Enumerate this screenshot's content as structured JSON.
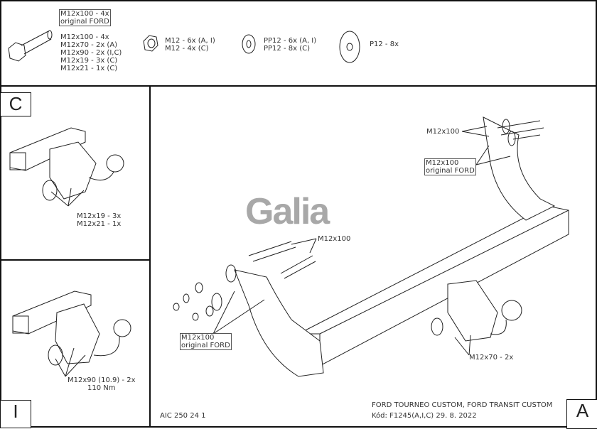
{
  "parts": {
    "bolt_boxed": [
      "M12x100 - 4x",
      "original FORD"
    ],
    "bolts": [
      "M12x100 - 4x",
      "M12x70 - 2x (A)",
      "M12x90 - 2x (I,C)",
      "M12x19 - 3x (C)",
      "M12x21 - 1x (C)"
    ],
    "nuts": [
      "M12 - 6x (A, I)",
      "M12 - 4x (C)"
    ],
    "washers_pp": [
      "PP12 - 6x (A, I)",
      "PP12 - 8x (C)"
    ],
    "washer_p": "P12 - 8x"
  },
  "panel_c": {
    "letter": "C",
    "labels": [
      "M12x19 - 3x",
      "M12x21 - 1x"
    ]
  },
  "panel_i": {
    "letter": "I",
    "labels": [
      "M12x90 (10.9) - 2x",
      "110 Nm"
    ]
  },
  "panel_a": {
    "letter": "A",
    "labels": {
      "top_bolts": "M12x100",
      "top_boxed": [
        "M12x100",
        "original FORD"
      ],
      "mid_bolts": "M12x100",
      "left_boxed": [
        "M12x100",
        "original FORD"
      ],
      "ball": "M12x70 - 2x"
    },
    "logo": "Galia",
    "doc_id": "AIC 250 24 1",
    "title": "FORD TOURNEO CUSTOM, FORD TRANSIT CUSTOM",
    "code": "Kód: F1245(A,I,C)  29. 8. 2022"
  }
}
